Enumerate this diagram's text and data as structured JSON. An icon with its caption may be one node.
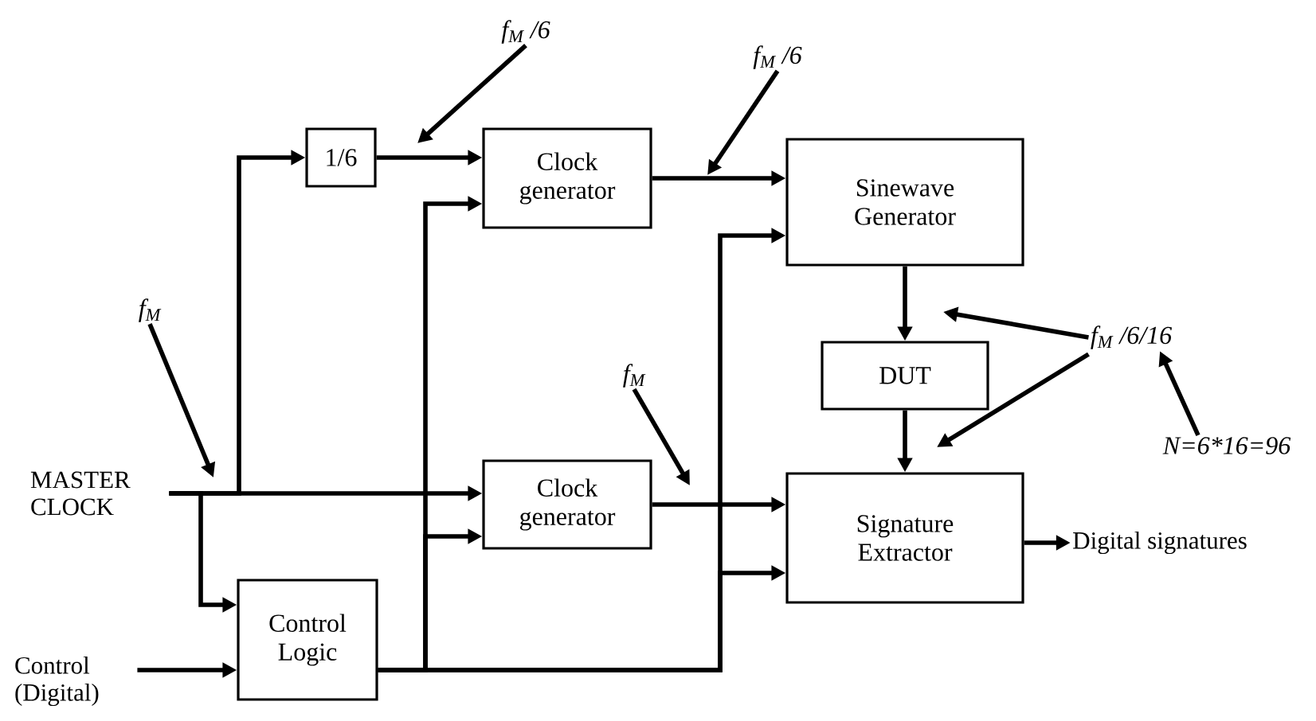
{
  "diagram": {
    "nodes": [
      {
        "text": [
          "MASTER CLOCK"
        ]
      },
      {
        "text": [
          "Control (Digital)"
        ]
      },
      {
        "text": [
          "1/6"
        ]
      },
      {
        "text": [
          "Clock generator"
        ]
      },
      {
        "text": [
          "Sinewave Generator"
        ]
      },
      {
        "text": [
          "Clock generator"
        ]
      },
      {
        "text": [
          "DUT"
        ]
      },
      {
        "text": [
          "Signature Extractor"
        ]
      },
      {
        "text": [
          "Control Logic"
        ]
      },
      {
        "text": [
          "Digital signatures"
        ]
      },
      {
        "text": [
          "f$_{M}$"
        ]
      },
      {
        "text": [
          "f$_{M}$ /6"
        ]
      },
      {
        "text": [
          "f$_{M}$ /6"
        ]
      },
      {
        "text": [
          "f$_{M}$"
        ]
      },
      {
        "text": [
          "f$_{M}$ /6/16"
        ]
      },
      {
        "text": [
          "N=6*16=96"
        ]
      }
    ],
    "edges": [
      {
        "from": 0,
        "to": 2,
        "arrow": "to"
      },
      {
        "from": 0,
        "to": 5,
        "arrow": "to"
      },
      {
        "from": 0,
        "to": 8,
        "arrow": "to"
      },
      {
        "from": 1,
        "to": 8,
        "arrow": "to"
      },
      {
        "from": 2,
        "to": 3,
        "arrow": "to"
      },
      {
        "from": 8,
        "to": 3,
        "arrow": "to"
      },
      {
        "from": 8,
        "to": 5,
        "arrow": "to"
      },
      {
        "from": 8,
        "to": 4,
        "arrow": "to"
      },
      {
        "from": 8,
        "to": 7,
        "arrow": "to"
      },
      {
        "from": 3,
        "to": 4,
        "arrow": "to"
      },
      {
        "from": 5,
        "to": 7,
        "arrow": "to"
      },
      {
        "from": 4,
        "to": 6,
        "arrow": "to"
      },
      {
        "from": 6,
        "to": 7,
        "arrow": "to"
      },
      {
        "from": 7,
        "to": 9,
        "arrow": "to"
      },
      {
        "from": 10,
        "to": null,
        "arrow": "to"
      },
      {
        "from": 11,
        "to": null,
        "arrow": "to"
      },
      {
        "from": 12,
        "to": null,
        "arrow": "to"
      },
      {
        "from": 13,
        "to": null,
        "arrow": "to"
      },
      {
        "from": 14,
        "to": null,
        "arrow": "to"
      },
      {
        "from": 14,
        "to": null,
        "arrow": "to"
      },
      {
        "from": 15,
        "to": 14,
        "arrow": "to"
      }
    ]
  }
}
